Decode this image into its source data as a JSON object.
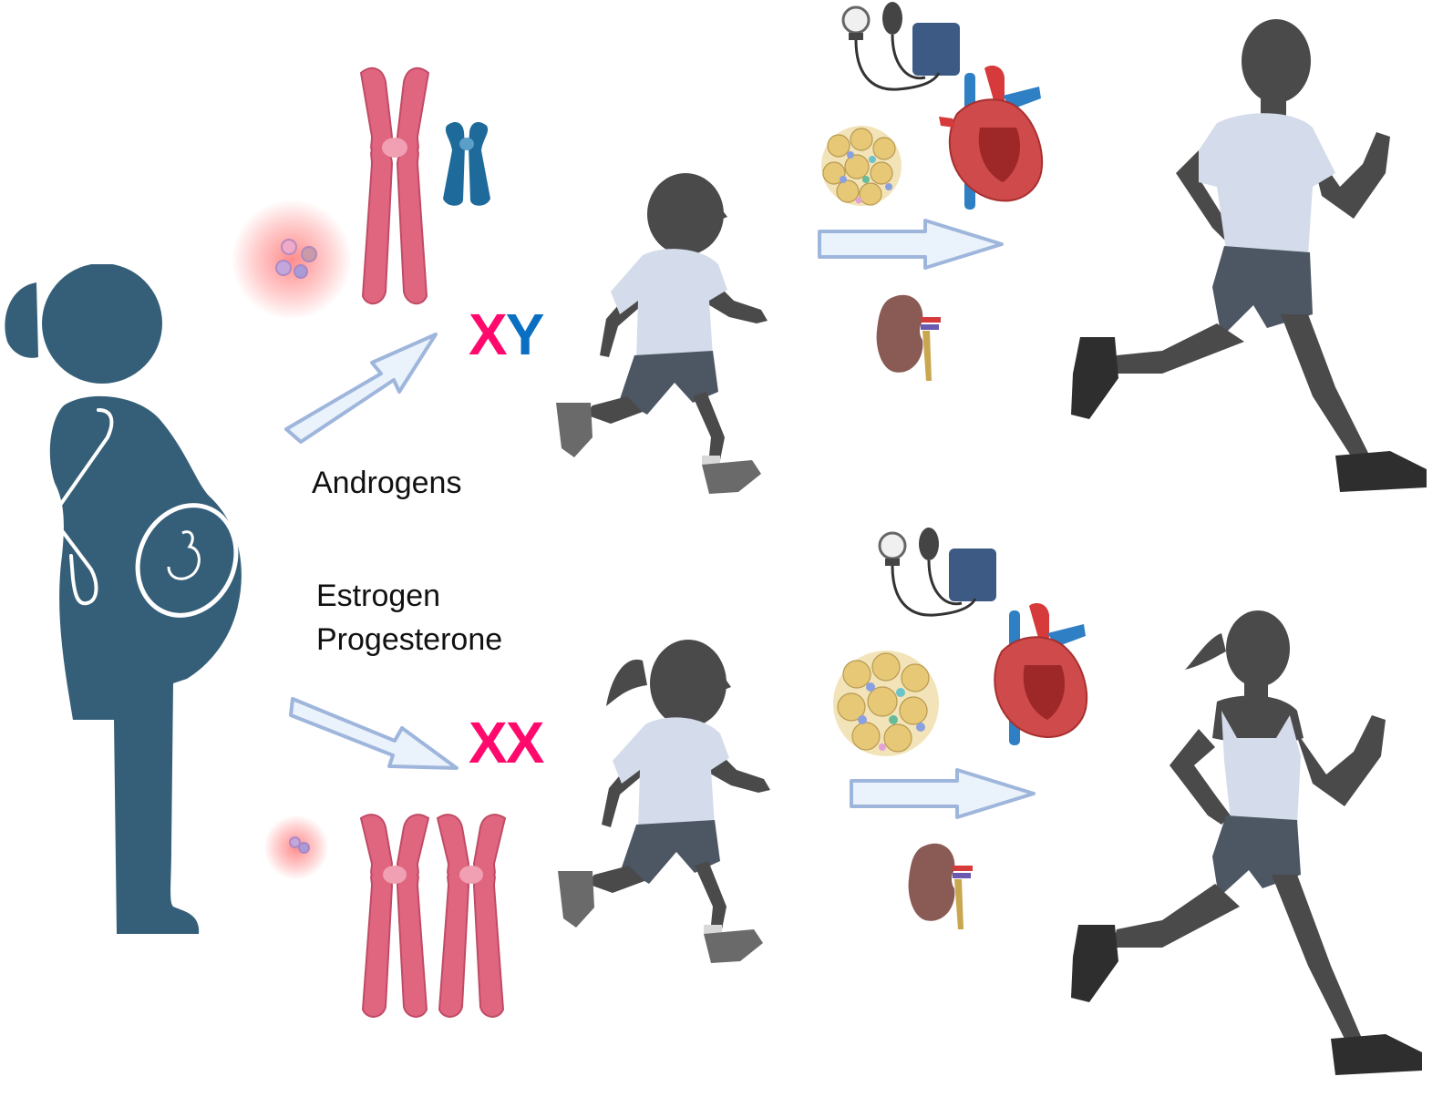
{
  "figure": {
    "type": "illustration",
    "description": "Sex differences from fetal development to adulthood"
  },
  "labels": {
    "top_hormone": "Androgens",
    "bottom_hormone_line1": "Estrogen",
    "bottom_hormone_line2": "Progesterone"
  },
  "chromosomes": {
    "male": {
      "x": "X",
      "y": "Y",
      "x_color": "#ff0a6c",
      "y_color": "#0a6fc2"
    },
    "female": {
      "x1": "X",
      "x2": "X",
      "color": "#ff0a6c"
    }
  },
  "colors": {
    "mother": "#355f78",
    "chromosome_pink": "#e06680",
    "chromosome_blue": "#1e6a9a",
    "arrow_fill": "#eaf2fb",
    "arrow_stroke": "#9fb6dc",
    "figure_dark": "#4a4a4a",
    "shirt": "#d4dceb",
    "shorts": "#4d5663",
    "cuff": "#34506f",
    "fat_tissue": "#e6c877",
    "kidney": "#8a5a55"
  },
  "icons": [
    "pregnant-woman-icon",
    "immune-cells-icon",
    "chromosome-x-icon",
    "chromosome-y-icon",
    "boy-running-icon",
    "girl-running-icon",
    "blood-pressure-monitor-icon",
    "heart-icon",
    "adipose-tissue-icon",
    "kidney-icon",
    "man-running-icon",
    "woman-running-icon"
  ]
}
